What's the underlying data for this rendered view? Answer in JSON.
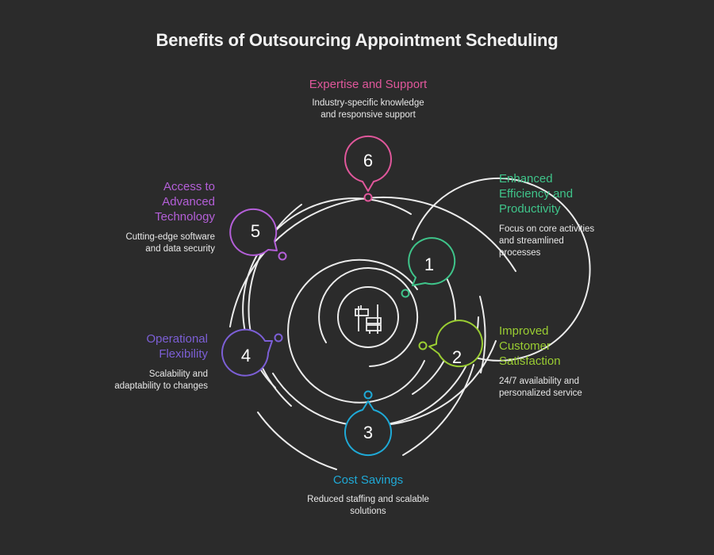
{
  "title": "Benefits of Outsourcing Appointment Scheduling",
  "center_icon": "scheduling-blocks-icon",
  "colors": {
    "background": "#2b2b2b",
    "rings": "#ececec",
    "item1": "#3fc48a",
    "item2": "#9acd32",
    "item3": "#1fa9d6",
    "item4": "#7c5fd6",
    "item5": "#b45fd8",
    "item6": "#e0579b"
  },
  "items": [
    {
      "number": "1",
      "title": "Enhanced Efficiency and Productivity",
      "title_lines": [
        "Enhanced",
        "Efficiency and",
        "Productivity"
      ],
      "description": "Focus on core activities and streamlined processes",
      "desc_lines": [
        "Focus on core activities",
        "and streamlined",
        "processes"
      ]
    },
    {
      "number": "2",
      "title": "Improved Customer Satisfaction",
      "title_lines": [
        "Improved",
        "Customer",
        "Satisfaction"
      ],
      "description": "24/7 availability and personalized service",
      "desc_lines": [
        "24/7 availability and",
        "personalized service"
      ]
    },
    {
      "number": "3",
      "title": "Cost Savings",
      "title_lines": [
        "Cost Savings"
      ],
      "description": "Reduced staffing and scalable solutions",
      "desc_lines": [
        "Reduced staffing and scalable",
        "solutions"
      ]
    },
    {
      "number": "4",
      "title": "Operational Flexibility",
      "title_lines": [
        "Operational",
        "Flexibility"
      ],
      "description": "Scalability and adaptability to changes",
      "desc_lines": [
        "Scalability and",
        "adaptability to changes"
      ]
    },
    {
      "number": "5",
      "title": "Access to Advanced Technology",
      "title_lines": [
        "Access to",
        "Advanced",
        "Technology"
      ],
      "description": "Cutting-edge software and data security",
      "desc_lines": [
        "Cutting-edge software",
        "and data security"
      ]
    },
    {
      "number": "6",
      "title": "Expertise and Support",
      "title_lines": [
        "Expertise and Support"
      ],
      "description": "Industry-specific knowledge and responsive support",
      "desc_lines": [
        "Industry-specific knowledge",
        "and responsive support"
      ]
    }
  ]
}
